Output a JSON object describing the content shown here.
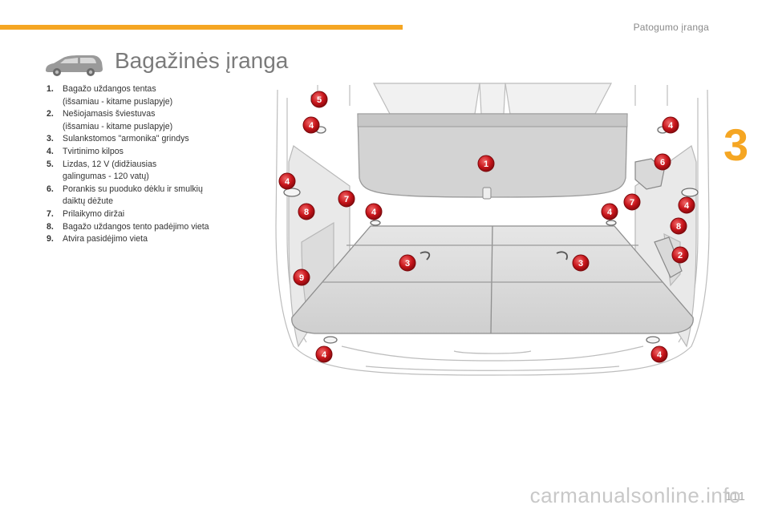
{
  "header": {
    "section_title": "Patogumo įranga",
    "chapter_number": "3",
    "accent_color": "#f5a623"
  },
  "title": "Bagažinės įranga",
  "legend": [
    {
      "num": "1.",
      "lines": [
        "Bagažo uždangos tentas",
        "(išsamiau - kitame puslapyje)"
      ]
    },
    {
      "num": "2.",
      "lines": [
        "Nešiojamasis šviestuvas",
        "(išsamiau - kitame puslapyje)"
      ]
    },
    {
      "num": "3.",
      "lines": [
        "Sulankstomos \"armonika\" grindys"
      ]
    },
    {
      "num": "4.",
      "lines": [
        "Tvirtinimo kilpos"
      ]
    },
    {
      "num": "5.",
      "lines": [
        "Lizdas, 12 V (didžiausias",
        "galingumas - 120 vatų)"
      ]
    },
    {
      "num": "6.",
      "lines": [
        "Porankis su puoduko dėklu ir smulkių",
        "daiktų dėžute"
      ]
    },
    {
      "num": "7.",
      "lines": [
        "Prilaikymo diržai"
      ]
    },
    {
      "num": "8.",
      "lines": [
        "Bagažo uždangos tento padėjimo vieta"
      ]
    },
    {
      "num": "9.",
      "lines": [
        "Atvira pasidėjimo vieta"
      ]
    }
  ],
  "callouts": {
    "c1": "1",
    "c2": "2",
    "c3a": "3",
    "c3b": "3",
    "c4a": "4",
    "c4b": "4",
    "c4c": "4",
    "c4d": "4",
    "c4e": "4",
    "c4f": "4",
    "c4g": "4",
    "c5": "5",
    "c6": "6",
    "c7a": "7",
    "c7b": "7",
    "c8a": "8",
    "c8b": "8",
    "c9": "9"
  },
  "page_number": "111",
  "watermark": "carmanualsonline.info"
}
